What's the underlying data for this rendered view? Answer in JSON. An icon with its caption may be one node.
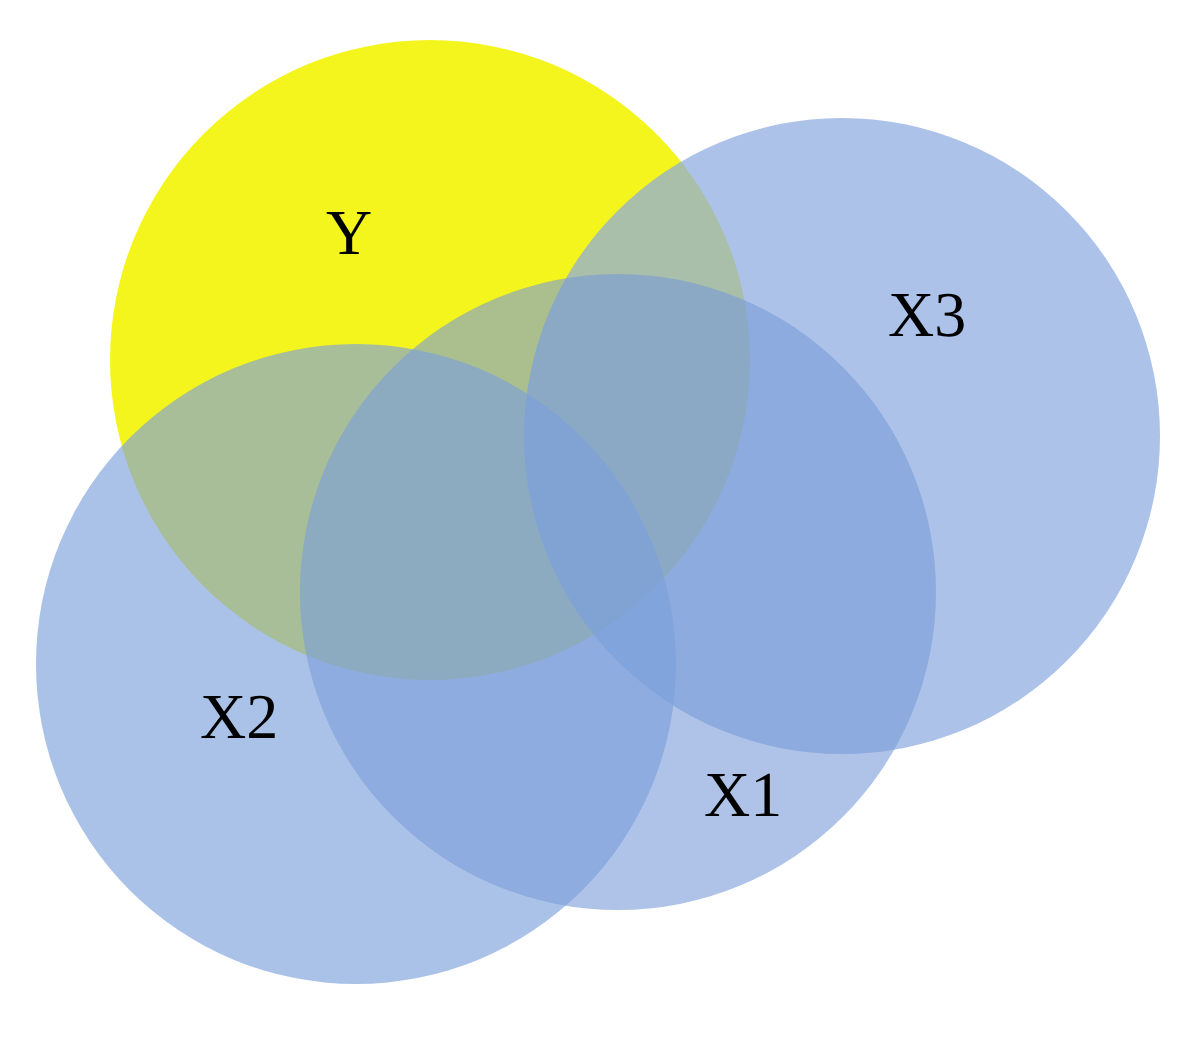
{
  "diagram": {
    "nodes": [
      {
        "text": [
          "Y"
        ]
      },
      {
        "text": [
          "X3"
        ]
      },
      {
        "text": [
          "X1"
        ]
      },
      {
        "text": [
          "X2"
        ]
      }
    ]
  }
}
